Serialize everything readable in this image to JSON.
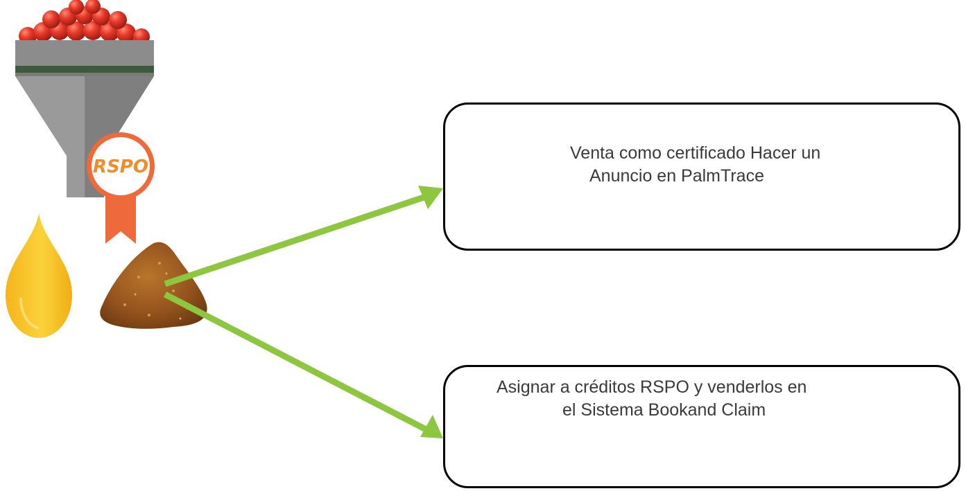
{
  "badge": {
    "label": "RSPO"
  },
  "options": [
    {
      "lines": [
        "Venta como certificado Hacer un",
        "Anuncio en PalmTrace"
      ]
    },
    {
      "lines": [
        "Asignar a créditos RSPO y venderlos en",
        "el Sistema Bookand Claim"
      ]
    }
  ],
  "colors": {
    "arrow": "#8dc63f",
    "fruit": "#e23a2a",
    "funnel": "#8a8a8a",
    "badge": "#f06b3a",
    "oil": "#f7c325",
    "kernel": "#9a5a20"
  },
  "icons": [
    "palm-fruit-icon",
    "funnel-icon",
    "rspo-badge-icon",
    "oil-drop-icon",
    "kernel-pile-icon",
    "arrow-icon"
  ]
}
